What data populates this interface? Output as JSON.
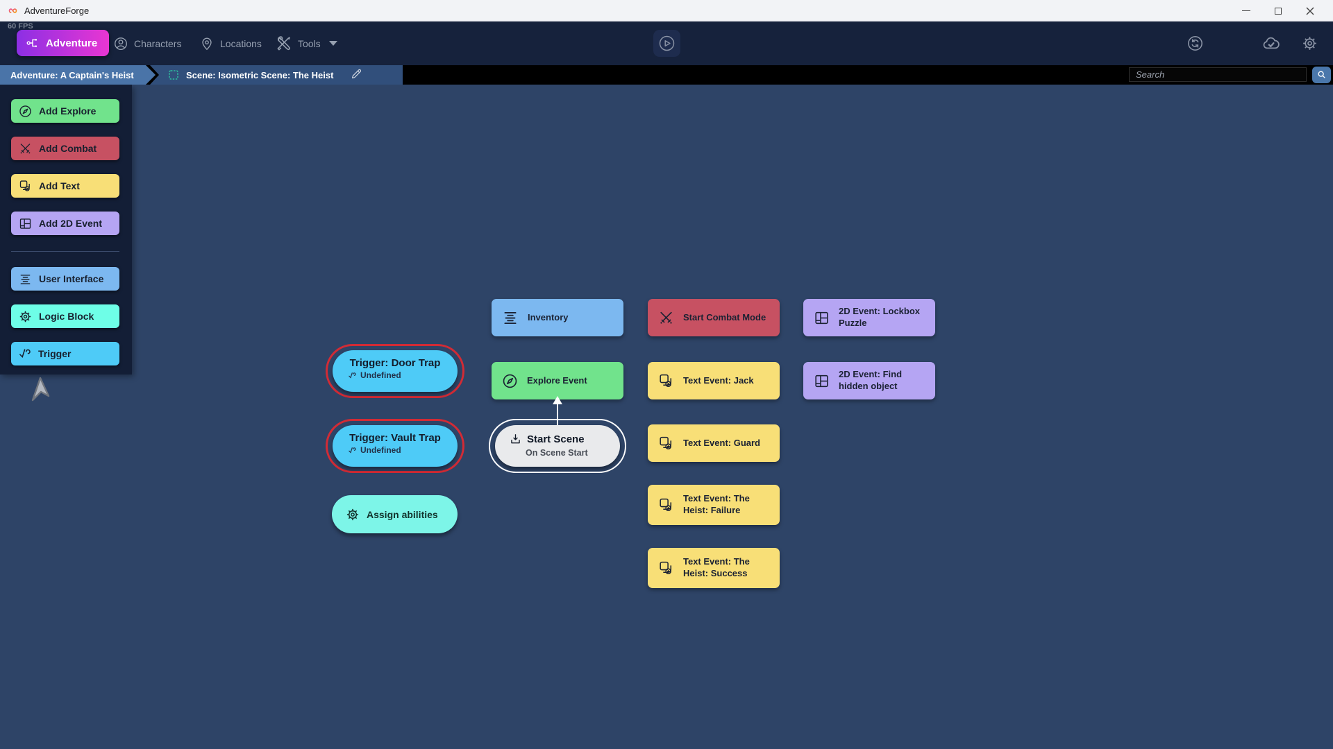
{
  "window": {
    "title": "AdventureForge"
  },
  "topbar": {
    "fps": "60 FPS",
    "tabs": [
      {
        "label": "Adventure",
        "active": true
      },
      {
        "label": "Characters",
        "active": false
      },
      {
        "label": "Locations",
        "active": false
      },
      {
        "label": "Tools",
        "active": false,
        "has_caret": true
      }
    ]
  },
  "breadcrumb": {
    "adventure": "Adventure: A Captain's Heist",
    "scene": "Scene: Isometric Scene: The Heist"
  },
  "search": {
    "placeholder": "Search",
    "value": ""
  },
  "sidebar": {
    "buttons": [
      {
        "label": "Add Explore",
        "color": "#71e38c"
      },
      {
        "label": "Add Combat",
        "color": "#c75162"
      },
      {
        "label": "Add Text",
        "color": "#f8df77"
      },
      {
        "label": "Add 2D Event",
        "color": "#b5a5f3"
      },
      {
        "label": "User Interface",
        "color": "#7cb8f0"
      },
      {
        "label": "Logic Block",
        "color": "#6efee7"
      },
      {
        "label": "Trigger",
        "color": "#4ecbf7"
      }
    ]
  },
  "canvas": {
    "nodes": {
      "inventory": {
        "label": "Inventory",
        "color": "#7cb8f0"
      },
      "start_combat": {
        "label": "Start Combat Mode",
        "color": "#c75162"
      },
      "lockbox": {
        "label": "2D Event: Lockbox Puzzle",
        "color": "#b5a5f3"
      },
      "explore": {
        "label": "Explore Event",
        "color": "#71e38c"
      },
      "jack": {
        "label": "Text Event: Jack",
        "color": "#f8df77"
      },
      "find_hidden": {
        "label": "2D Event: Find hidden object",
        "color": "#b5a5f3"
      },
      "guard": {
        "label": "Text Event: Guard",
        "color": "#f8df77"
      },
      "heist_failure": {
        "label": "Text Event: The Heist: Failure",
        "color": "#f8df77"
      },
      "heist_success": {
        "label": "Text Event: The Heist: Success",
        "color": "#f8df77"
      },
      "door_trap": {
        "title": "Trigger: Door Trap",
        "subtitle": "Undefined",
        "color": "#4ecbf7",
        "ring": "#d22b35"
      },
      "vault_trap": {
        "title": "Trigger: Vault Trap",
        "subtitle": "Undefined",
        "color": "#4ecbf7",
        "ring": "#d22b35"
      },
      "start_scene": {
        "title": "Start Scene",
        "subtitle": "On Scene Start",
        "color": "#e9eaec",
        "ring": "#ffffff"
      },
      "assign": {
        "label": "Assign abilities",
        "color": "#7df5e8"
      }
    }
  },
  "colors": {
    "canvas_bg": "#2e4467",
    "navbar_bg": "#16223c",
    "sidebar_bg": "#131e36",
    "crumb_adventure_bg": "#4a74a8",
    "crumb_scene_bg": "#314f7b",
    "accent_gradient_start": "#8c2fe4",
    "accent_gradient_end": "#e936d2",
    "scene_icon_teal": "#2ed3a5",
    "ring_red": "#d22b35",
    "ring_white": "#ffffff"
  }
}
